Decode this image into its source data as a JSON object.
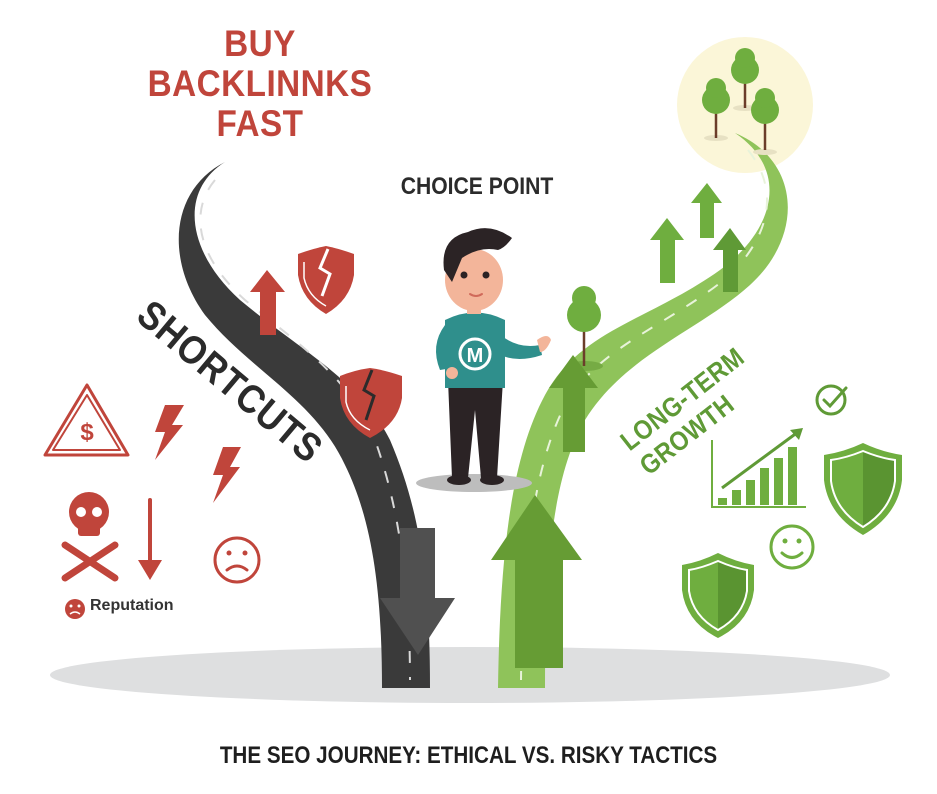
{
  "headline": {
    "line1": "BUY",
    "line2": "BACKLINNKS",
    "line3": "FAST"
  },
  "center_label": "CHOICE POINT",
  "left_path": {
    "label": "SHORTCUTS",
    "road_color": "#3a3a3a",
    "accent_color": "#c0453b",
    "icons": [
      "broken-shield-icon",
      "up-arrow-icon",
      "broken-shield-icon",
      "warning-dollar-icon",
      "lightning-icon",
      "lightning-icon",
      "skull-crossbones-icon",
      "down-arrow-icon",
      "sad-face-icon",
      "big-down-arrow-icon"
    ],
    "reputation_label": "Reputation"
  },
  "right_path": {
    "label": "LONG-TERM GROWTH",
    "road_color": "#8fc35a",
    "accent_color": "#5f9a36",
    "icons": [
      "trees-icon",
      "up-arrow-icon",
      "up-arrow-icon",
      "up-arrow-icon",
      "tree-icon",
      "up-arrow-icon",
      "checkmark-circle-icon",
      "bar-chart-growth-icon",
      "shield-icon",
      "smiley-face-icon",
      "shield-icon",
      "big-up-arrow-icon"
    ]
  },
  "character": {
    "shirt_logo": "M",
    "shirt_color": "#2f8f8c"
  },
  "footer": {
    "caption": "THE SEO JOURNEY: ETHICAL VS. RISKY TACTICS"
  }
}
